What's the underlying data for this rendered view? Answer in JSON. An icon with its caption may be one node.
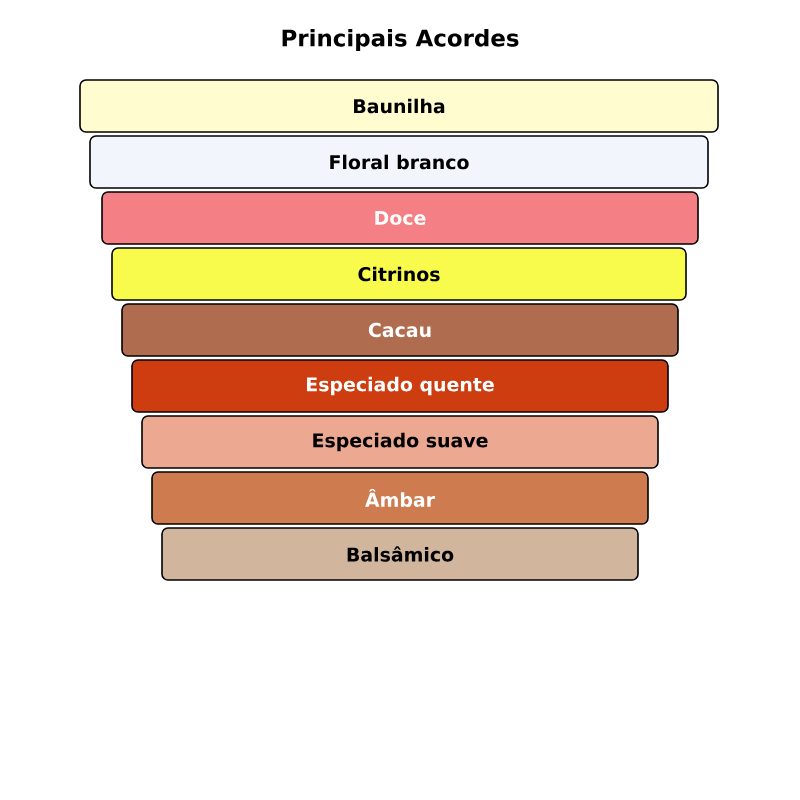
{
  "diagram": {
    "title": "Principais Acordes",
    "nodes": [
      {
        "text": [
          "Baunilha"
        ]
      },
      {
        "text": [
          "Floral branco"
        ]
      },
      {
        "text": [
          "Doce"
        ]
      },
      {
        "text": [
          "Citrinos"
        ]
      },
      {
        "text": [
          "Cacau"
        ]
      },
      {
        "text": [
          "Especiado quente"
        ]
      },
      {
        "text": [
          "Especiado suave"
        ]
      },
      {
        "text": [
          "Âmbar"
        ]
      },
      {
        "text": [
          "Balsâmico"
        ]
      }
    ]
  }
}
